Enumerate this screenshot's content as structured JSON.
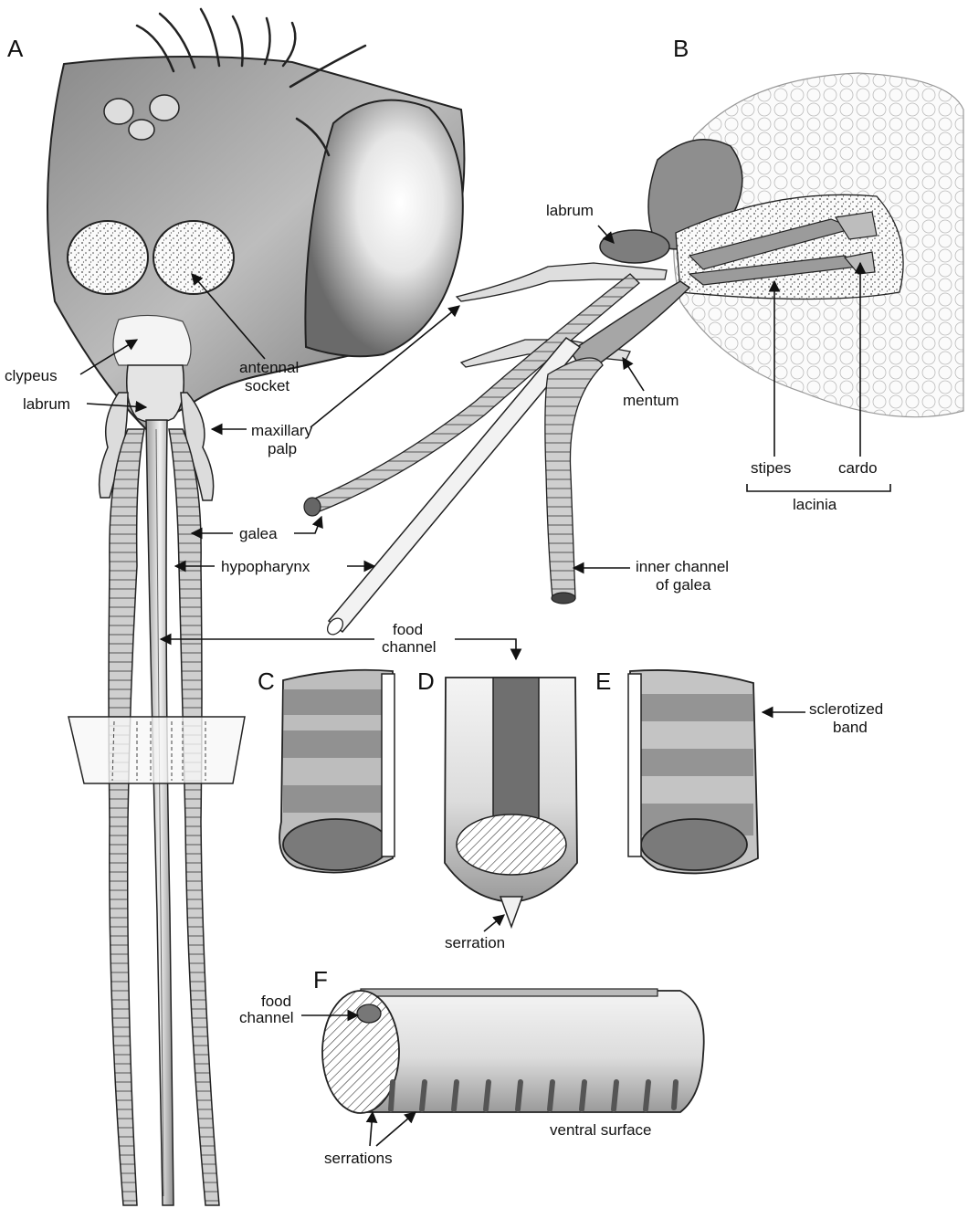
{
  "panels": {
    "a": "A",
    "b": "B",
    "c": "C",
    "d": "D",
    "e": "E",
    "f": "F"
  },
  "labels": {
    "clypeus": "clypeus",
    "antennal_socket_1": "antennal",
    "antennal_socket_2": "socket",
    "labrum_a": "labrum",
    "maxillary_palp_1": "maxillary",
    "maxillary_palp_2": "palp",
    "galea": "galea",
    "hypopharynx": "hypopharynx",
    "food_channel_1": "food",
    "food_channel_2": "channel",
    "labrum_b": "labrum",
    "mentum": "mentum",
    "stipes": "stipes",
    "cardo": "cardo",
    "lacinia": "lacinia",
    "inner_channel_1": "inner channel",
    "inner_channel_2": "of galea",
    "sclerotized_band_1": "sclerotized",
    "sclerotized_band_2": "band",
    "serration": "serration",
    "food_channel_f_1": "food",
    "food_channel_f_2": "channel",
    "ventral_surface": "ventral surface",
    "serrations": "serrations"
  },
  "colors": {
    "ink": "#222222",
    "dark_tone": "#555555",
    "mid_tone": "#8a8a8a",
    "light_tone": "#c8c8c8",
    "pale_tone": "#e8e8e8",
    "paper": "#ffffff"
  }
}
